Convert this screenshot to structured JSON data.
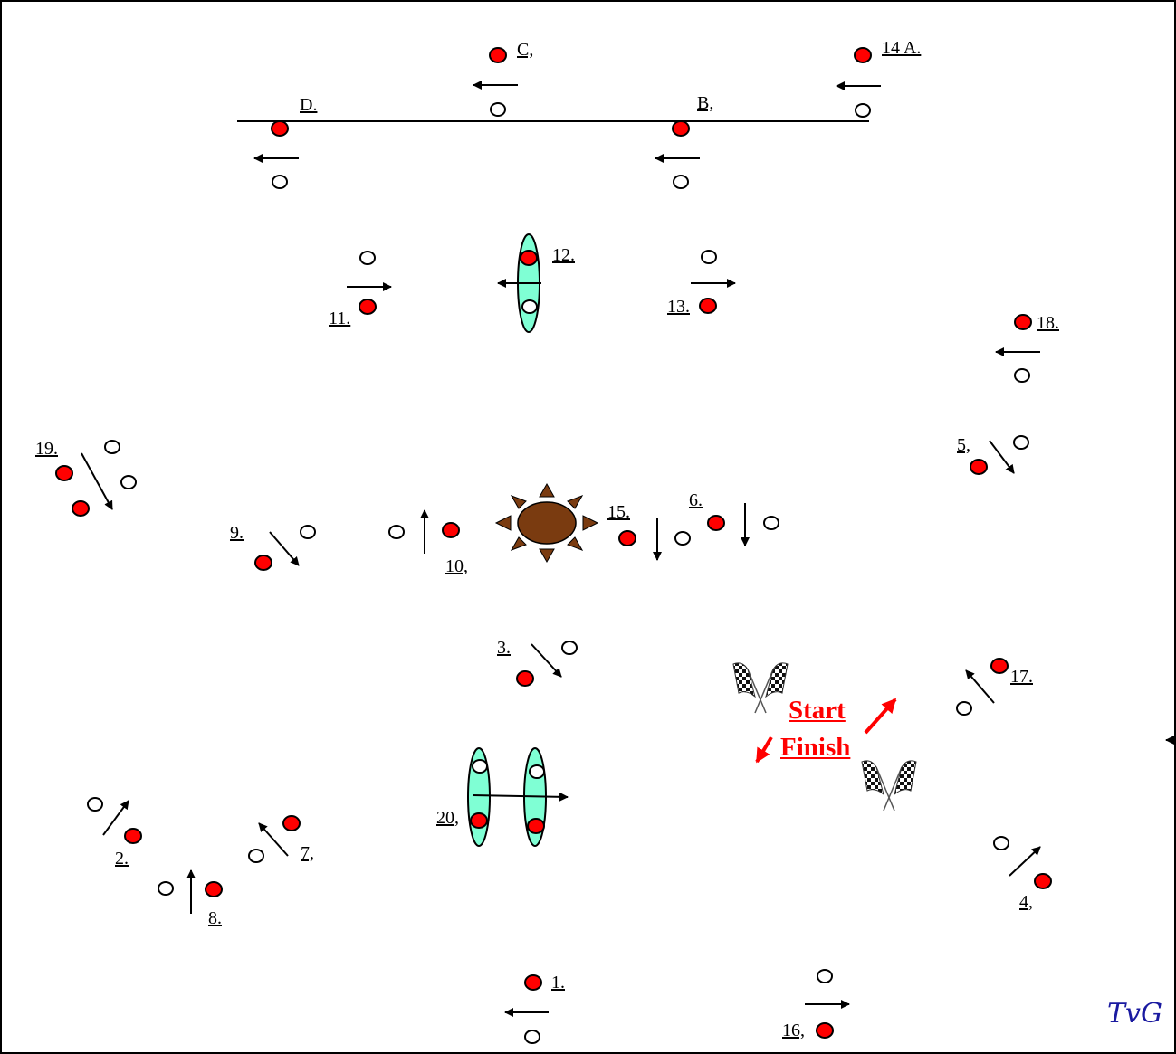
{
  "colors": {
    "marker_fill": "#ff0000",
    "pylon_fill": "#ffffff",
    "gate_fill": "#7fffd4",
    "sun_color": "#7a3b10",
    "start_finish": "#ff0000",
    "signature": "#1a1aa0"
  },
  "labels": {
    "a": "14 A.",
    "b": "B,",
    "c": "C,",
    "d": "D.",
    "m1": "1.",
    "m2": "2.",
    "m3": "3.",
    "m4": "4,",
    "m5": "5,",
    "m6": "6.",
    "m7": "7,",
    "m8": "8.",
    "m9": "9.",
    "m10": "10,",
    "m11": "11.",
    "m12": "12.",
    "m13": "13.",
    "m15": "15.",
    "m16": "16,",
    "m17": "17.",
    "m18": "18.",
    "m19": "19.",
    "m20": "20,",
    "start": "Start",
    "finish": "Finish",
    "signature": "TvG"
  },
  "icons": [
    "checkered-flag-icon",
    "sun-icon",
    "arrow-icon"
  ]
}
